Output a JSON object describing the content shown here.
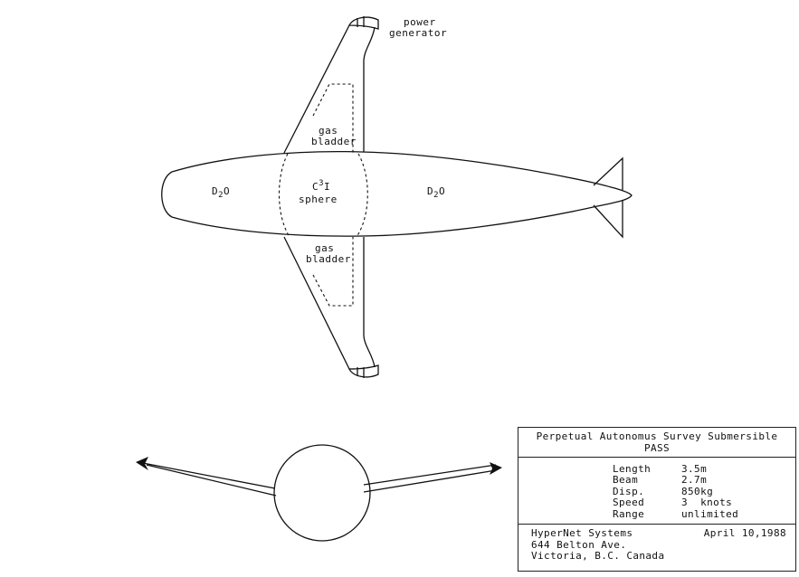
{
  "diagram": {
    "labels": {
      "power_generator_1": "power",
      "power_generator_2": "generator",
      "gas_bladder_top_1": "gas",
      "gas_bladder_top_2": "bladder",
      "gas_bladder_bottom_1": "gas",
      "gas_bladder_bottom_2": "bladder",
      "d2o_left": "D",
      "d2o_right": "D",
      "d2o_sub": "2",
      "d2o_o": "O",
      "c3i_c": "C",
      "c3i_sup": "3",
      "c3i_i": "I",
      "sphere": "sphere"
    }
  },
  "title_block": {
    "title": "Perpetual Autonomus Survey Submersible",
    "subtitle": "PASS",
    "specs": [
      {
        "name": "Length",
        "value": "3.5m"
      },
      {
        "name": "Beam",
        "value": "2.7m"
      },
      {
        "name": "Disp.",
        "value": "850kg"
      },
      {
        "name": "Speed",
        "value": "3  knots"
      },
      {
        "name": "Range",
        "value": "unlimited"
      }
    ],
    "company": "HyperNet Systems",
    "address_1": "644 Belton Ave.",
    "address_2": "Victoria, B.C. Canada",
    "date": "April 10,1988"
  }
}
